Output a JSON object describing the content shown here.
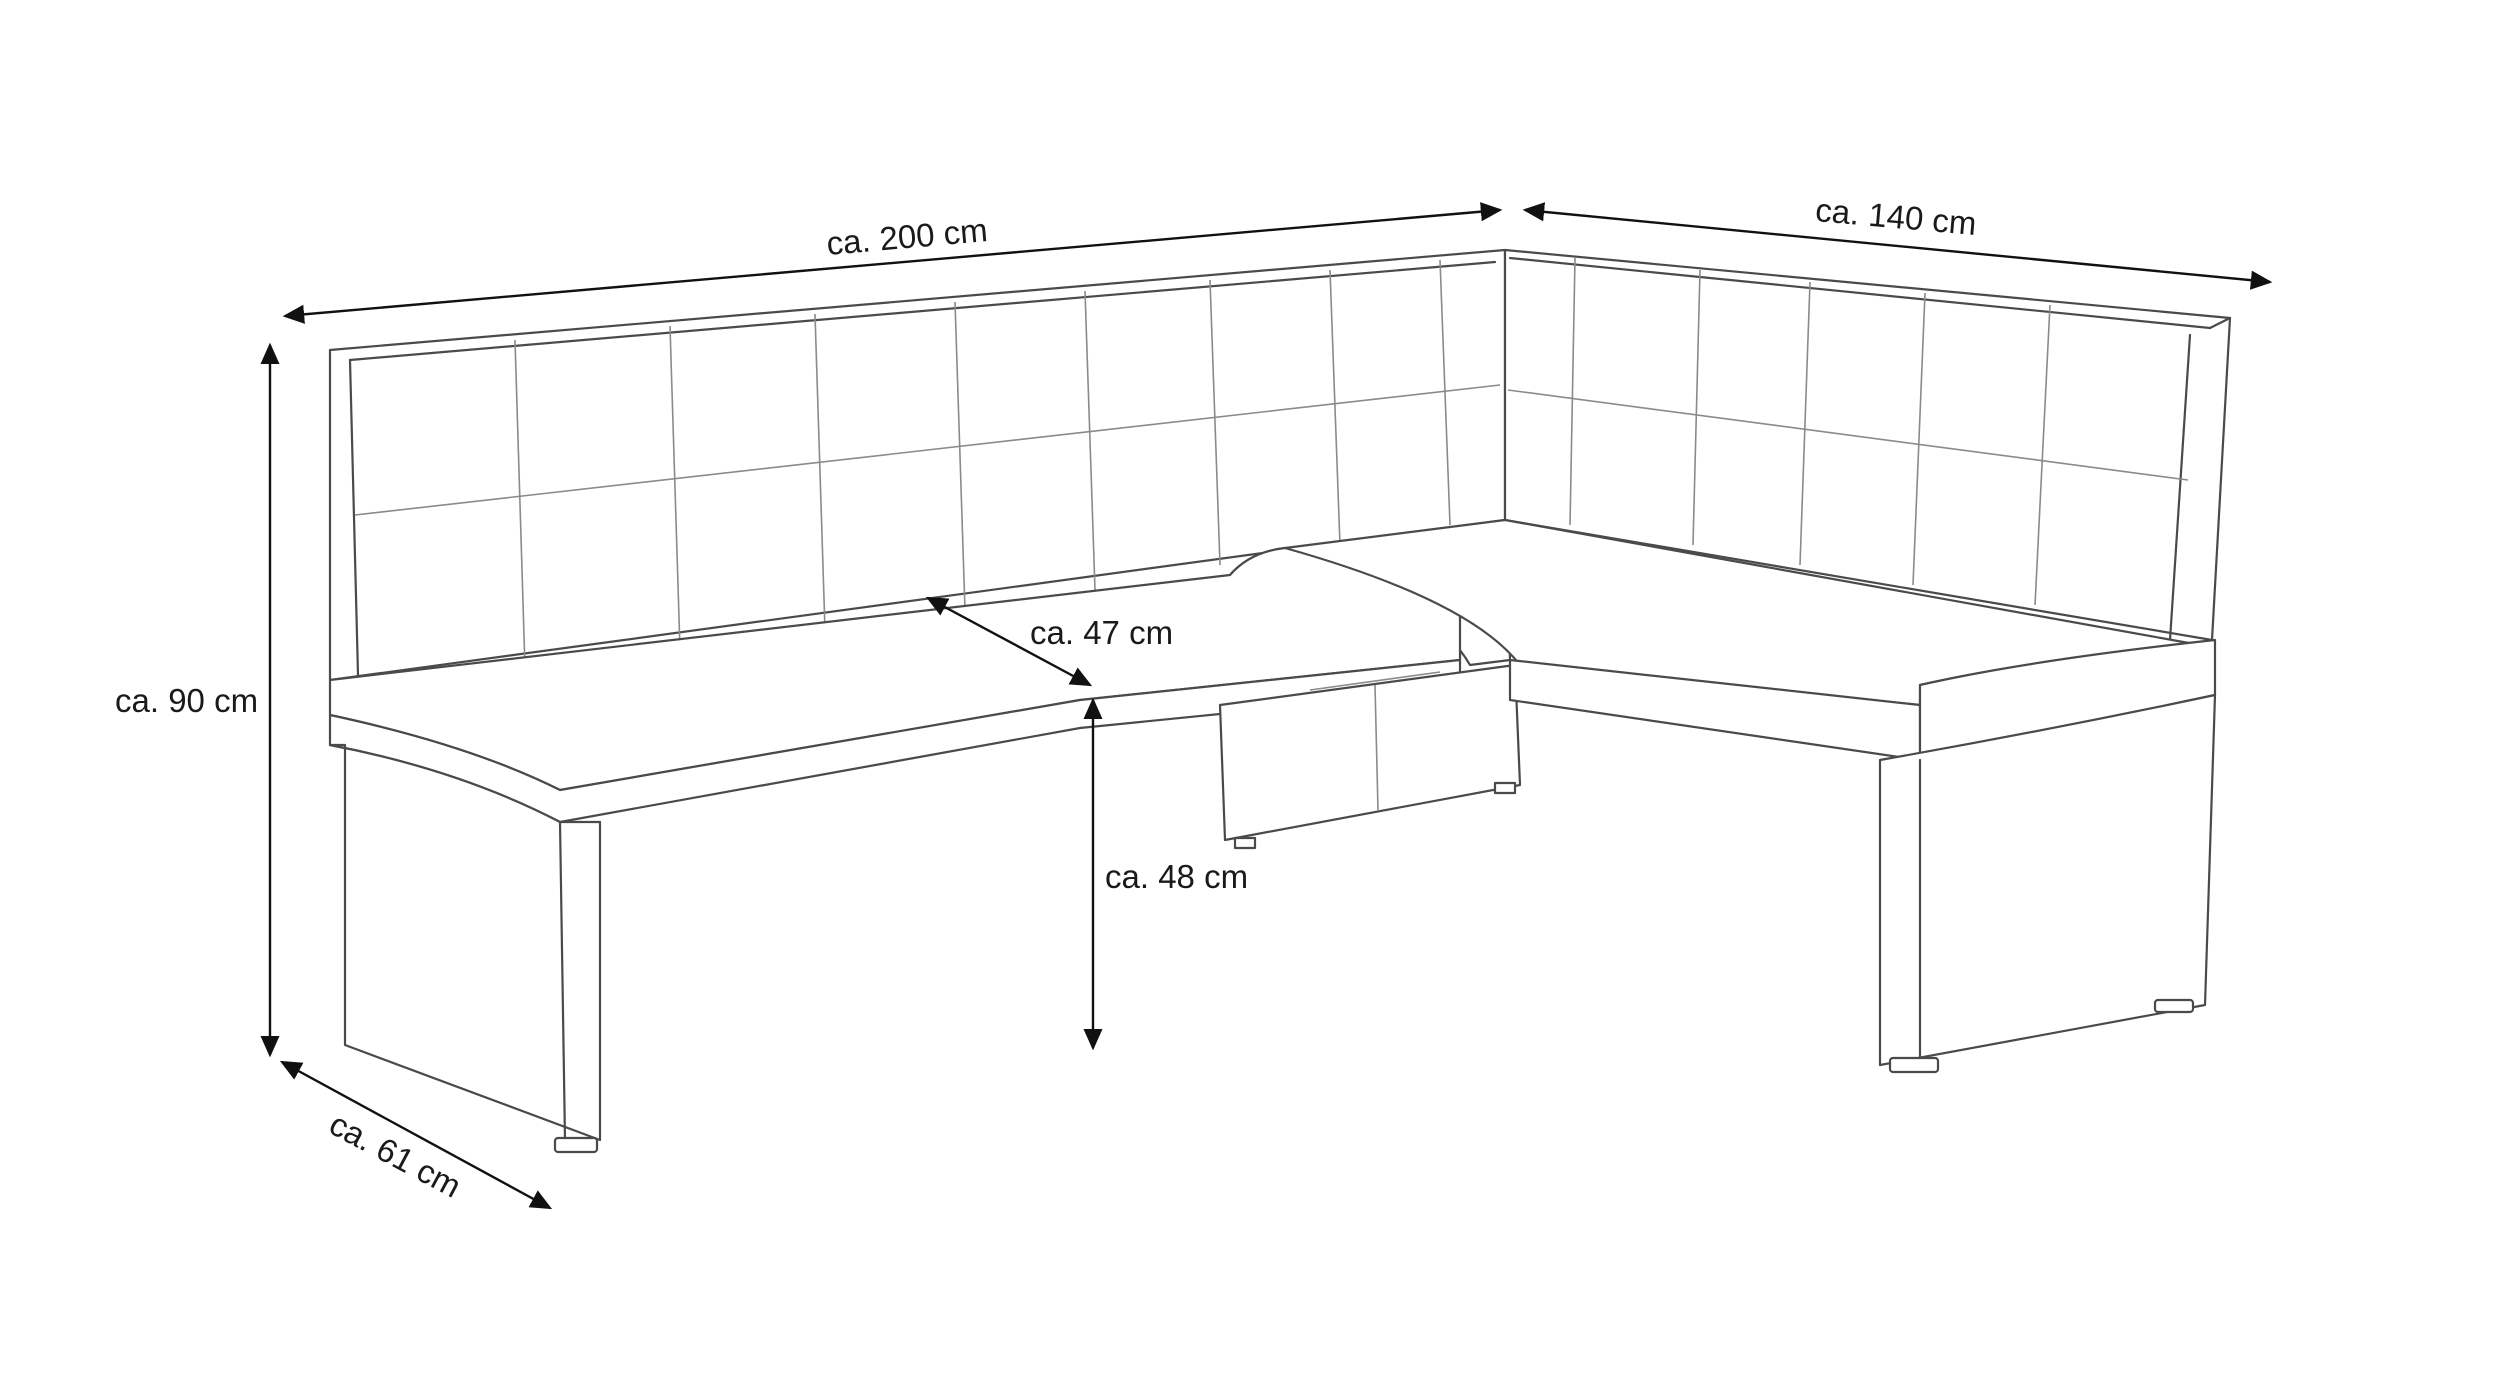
{
  "dimensions": {
    "total_length": "ca. 200 cm",
    "side_length": "ca. 140 cm",
    "total_height": "ca. 90 cm",
    "depth": "ca. 61 cm",
    "seat_depth": "ca. 47 cm",
    "seat_height": "ca. 48 cm"
  },
  "colors": {
    "outline": "#4a4a4a",
    "dimension_line": "#111111",
    "background": "#ffffff"
  }
}
